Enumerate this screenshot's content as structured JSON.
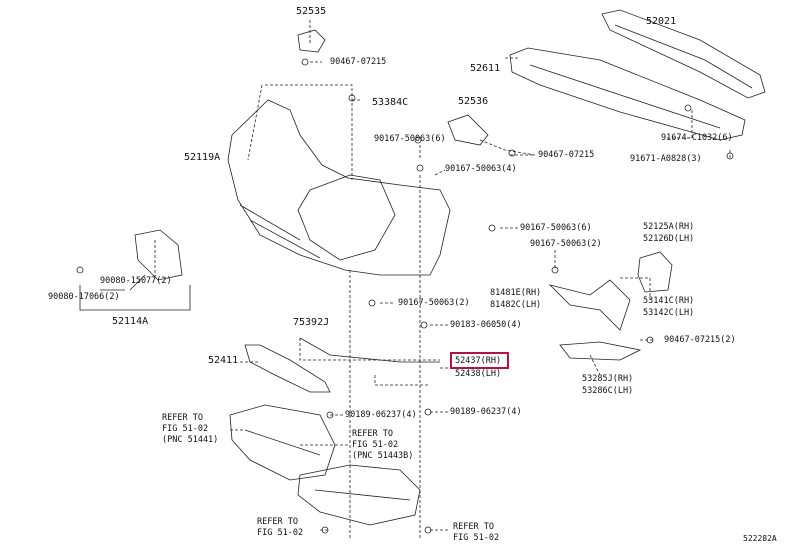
{
  "labels": {
    "p52535": "52535",
    "p90467_top": "90467-07215",
    "p52021": "52021",
    "p52611": "52611",
    "p53384c": "53384C",
    "p52536": "52536",
    "p90167_a": "90167-50063(6)",
    "p90467_mid": "90467-07215",
    "p91674": "91674-C1032(6)",
    "p90167_b": "90167-50063(4)",
    "p91671": "91671-A0828(3)",
    "p52119a": "52119A",
    "p90167_c": "90167-50063(6)",
    "p52125a": "52125A(RH)",
    "p52126d": "52126D(LH)",
    "p90167_d": "90167-50063(2)",
    "p90080_15077": "90080-15077(2)",
    "p90080_17066": "90080-17066(2)",
    "p81481e": "81481E(RH)",
    "p81482c": "81482C(LH)",
    "p52114a": "52114A",
    "p90167_e": "90167-50063(2)",
    "p53141c": "53141C(RH)",
    "p53142c": "53142C(LH)",
    "p75392j": "75392J",
    "p90183": "90183-06050(4)",
    "p90467_right": "90467-07215(2)",
    "p52411": "52411",
    "p52437": "52437(RH)",
    "p52438": "52438(LH)",
    "p53285j": "53285J(RH)",
    "p53286c": "53286C(LH)",
    "p90189_left": "90189-06237(4)",
    "p90189_right": "90189-06237(4)",
    "ref1_a": "REFER TO",
    "ref1_b": "FIG 51-02",
    "ref1_c": "(PNC 51441)",
    "ref2_a": "REFER TO",
    "ref2_b": "FIG 51-02",
    "ref2_c": "(PNC 51443B)",
    "ref3_a": "REFER TO",
    "ref3_b": "FIG 51-02",
    "ref4_a": "REFER TO",
    "ref4_b": "FIG 51-02",
    "fig_code": "522282A"
  },
  "colors": {
    "highlight": "#b0124a",
    "line": "#222222"
  }
}
